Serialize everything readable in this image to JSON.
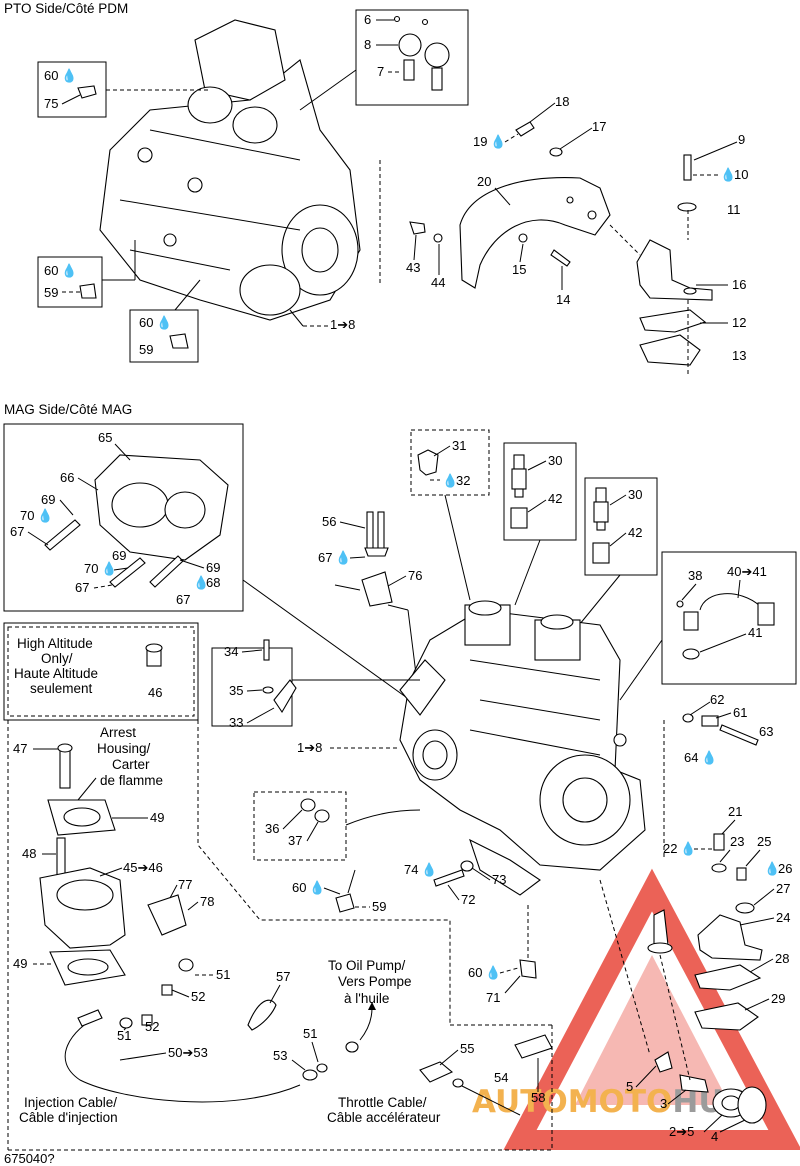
{
  "sections": {
    "pto": "PTO Side/Côté PDM",
    "mag": "MAG Side/Côté MAG"
  },
  "notes": {
    "high_altitude": [
      "High Altitude",
      "Only/",
      "Haute Altitude",
      "seulement"
    ],
    "arrest_housing": [
      "Arrest",
      "Housing/",
      "Carter",
      "de flamme"
    ],
    "oil_pump": [
      "To Oil Pump/",
      "Vers Pompe",
      "à l'huile"
    ],
    "injection_cable": [
      "Injection Cable/",
      "Câble d'injection"
    ],
    "throttle_cable": [
      "Throttle Cable/",
      "Câble accélérateur"
    ]
  },
  "callouts": {
    "c6": "6",
    "c8": "8",
    "c7": "7",
    "c60a": "60",
    "c75": "75",
    "c18": "18",
    "c19": "19",
    "c17": "17",
    "c20": "20",
    "c9": "9",
    "c10": "10",
    "c11": "11",
    "c43": "43",
    "c44": "44",
    "c15": "15",
    "c14": "14",
    "c16": "16",
    "c60b": "60",
    "c59a": "59",
    "c12": "12",
    "c13": "13",
    "c60c": "60",
    "c59b": "59",
    "c1to8a": "1➔8",
    "c65": "65",
    "c66": "66",
    "c69a": "69",
    "c70a": "70",
    "c67a": "67",
    "c69b": "69",
    "c70b": "70",
    "c69c": "69",
    "c67b": "67",
    "c68": "68",
    "c67c": "67",
    "c31": "31",
    "c32": "32",
    "c30a": "30",
    "c42a": "42",
    "c30b": "30",
    "c42b": "42",
    "c56": "56",
    "c67d": "67",
    "c76": "76",
    "c38": "38",
    "c40to41": "40➔41",
    "c41": "41",
    "c34": "34",
    "c35": "35",
    "c33": "33",
    "c46": "46",
    "c62": "62",
    "c61": "61",
    "c63": "63",
    "c64": "64",
    "c47": "47",
    "c49a": "49",
    "c48": "48",
    "c1to8b": "1➔8",
    "c36": "36",
    "c37": "37",
    "c21": "21",
    "c22": "22",
    "c23": "23",
    "c25": "25",
    "c26": "26",
    "c27": "27",
    "c24": "24",
    "c45to46": "45➔46",
    "c77": "77",
    "c78": "78",
    "c74": "74",
    "c73": "73",
    "c72": "72",
    "c60d": "60",
    "c59c": "59",
    "c49b": "49",
    "c51a": "51",
    "c52a": "52",
    "c57": "57",
    "c60e": "60",
    "c71": "71",
    "c28": "28",
    "c51b": "51",
    "c52b": "52",
    "c51c": "51",
    "c50to53": "50➔53",
    "c53": "53",
    "c29": "29",
    "c55": "55",
    "c54": "54",
    "c58": "58",
    "c5": "5",
    "c3": "3",
    "c2to5": "2➔5",
    "c4": "4"
  },
  "footer_code": "675040?",
  "watermark": {
    "text": "AUTOMOTOHUB",
    "color_red": "#e8473a",
    "color_orange": "#f2a531",
    "color_grey": "#8a8a8a"
  }
}
